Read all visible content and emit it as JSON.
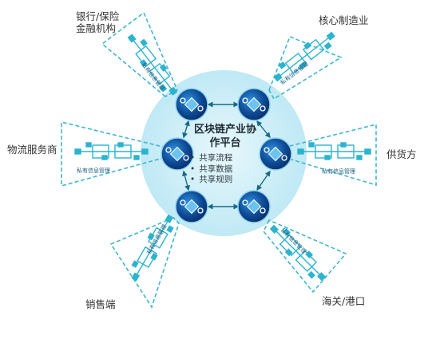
{
  "center": {
    "title_line1": "区块链产业协",
    "title_line2": "作平台",
    "items": [
      "共享流程",
      "共享数据",
      "共享规则"
    ]
  },
  "participants": {
    "bank": "银行/保险",
    "bank_line2": "金融机构",
    "manufacturing": "核心制造业",
    "logistics": "物流服务商",
    "supplier": "供货方",
    "sales": "销售端",
    "customs": "海关/港口"
  },
  "private_info_label": "私有信息管理",
  "colors": {
    "hub_fill": "#bfeaf5",
    "hub_light": "#dff4fa",
    "node_dark": "#0c3f83",
    "node_light": "#2a8fd6",
    "accent": "#2bb3cf",
    "dashed": "#3fb6cf"
  }
}
